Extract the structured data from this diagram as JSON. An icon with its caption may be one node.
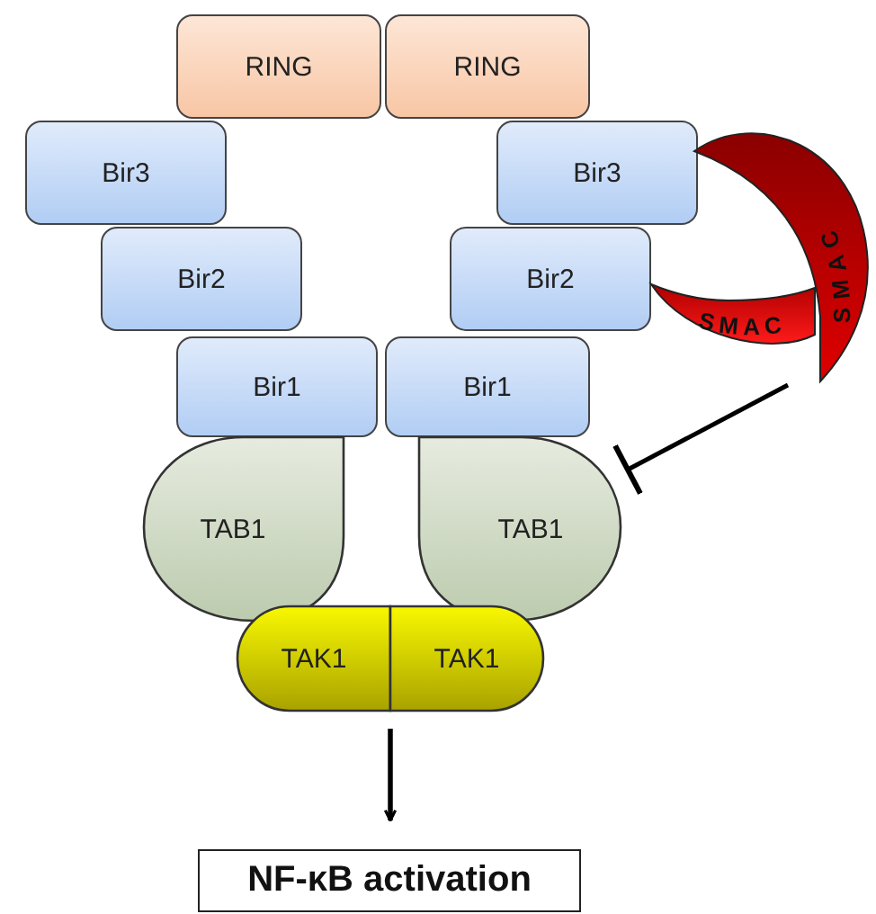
{
  "diagram": {
    "nodes": [
      {
        "text": [
          "RING"
        ]
      },
      {
        "text": [
          "RING"
        ]
      },
      {
        "text": [
          "Bir3"
        ]
      },
      {
        "text": [
          "Bir2"
        ]
      },
      {
        "text": [
          "Bir1"
        ]
      },
      {
        "text": [
          "Bir1"
        ]
      },
      {
        "text": [
          "Bir2"
        ]
      },
      {
        "text": [
          "Bir3"
        ]
      },
      {
        "text": [
          "TAB1"
        ]
      },
      {
        "text": [
          "TAB1"
        ]
      },
      {
        "text": [
          "TAK1"
        ]
      },
      {
        "text": [
          "TAK1"
        ]
      },
      {
        "text": [
          "SMAC"
        ]
      },
      {
        "text": [
          "SMAC"
        ]
      },
      {
        "text": [
          "NF-κB activation"
        ]
      }
    ],
    "edges": [
      {
        "from": 10,
        "to": 14,
        "arrow": "to"
      },
      {
        "from": 11,
        "to": 14,
        "arrow": "to"
      },
      {
        "from": 12,
        "to": 9,
        "arrow": "other"
      }
    ]
  }
}
